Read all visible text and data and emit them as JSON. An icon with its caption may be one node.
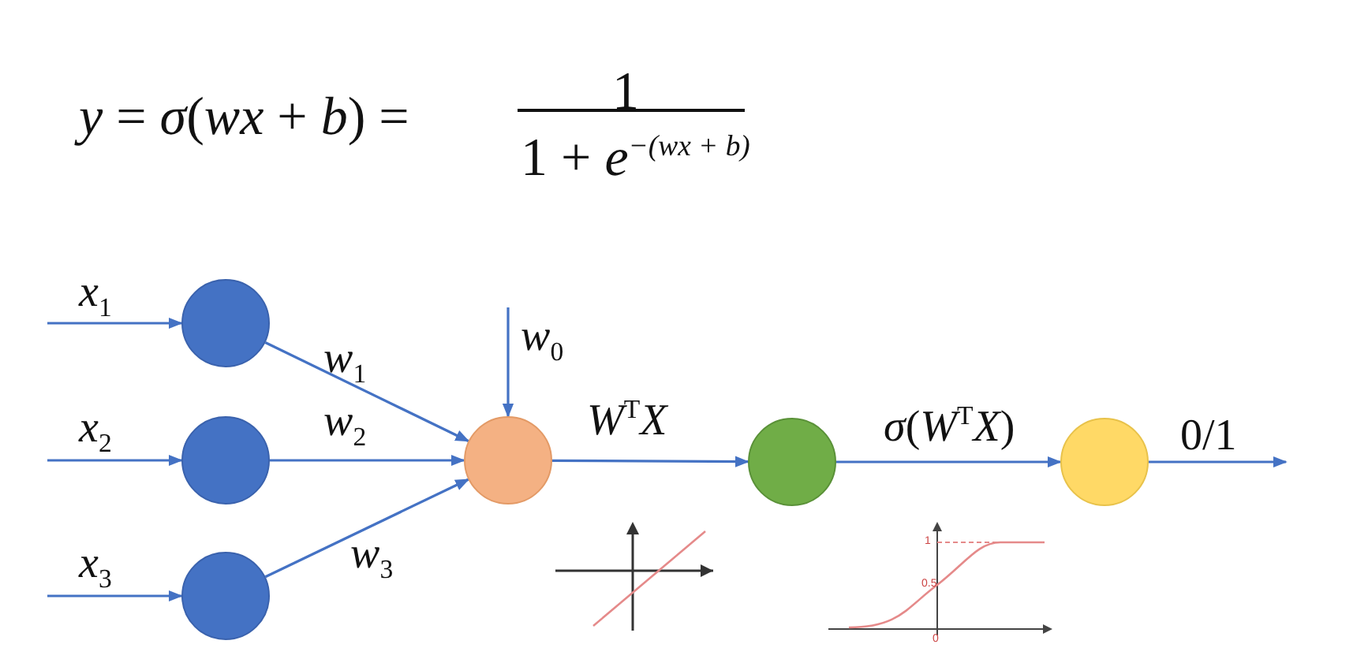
{
  "diagram": {
    "nodes": [
      {
        "text": [],
        "shape": "circle"
      },
      {
        "text": [],
        "shape": "circle"
      },
      {
        "text": [],
        "shape": "circle"
      },
      {
        "text": [],
        "shape": "circle"
      },
      {
        "text": [],
        "shape": "circle"
      },
      {
        "text": [],
        "shape": "circle"
      }
    ],
    "edges": [
      {
        "from": null,
        "to": 0,
        "arrow": "to",
        "label": "*x*$_{1}$"
      },
      {
        "from": null,
        "to": 1,
        "arrow": "to",
        "label": "*x*$_{2}$"
      },
      {
        "from": null,
        "to": 2,
        "arrow": "to",
        "label": "*x*$_{3}$"
      },
      {
        "from": 0,
        "to": 3,
        "arrow": "to",
        "label": "*w*$_{1}$"
      },
      {
        "from": 1,
        "to": 3,
        "arrow": "to",
        "label": "*w*$_{2}$"
      },
      {
        "from": 2,
        "to": 3,
        "arrow": "to",
        "label": "*w*$_{3}$"
      },
      {
        "from": null,
        "to": 3,
        "arrow": "to",
        "label": "*w*$_{0}$"
      },
      {
        "from": 3,
        "to": 4,
        "arrow": "to",
        "label": "*W*$^{T}$*X*"
      },
      {
        "from": 4,
        "to": 5,
        "arrow": "to",
        "label": "*σ*(*W*$^{T}$*X*)"
      },
      {
        "from": 5,
        "to": null,
        "arrow": "to",
        "label": "0/1"
      }
    ],
    "labels": [
      "*y* = *σ*(*wx* + *b*) =",
      "1",
      "1 + *e*$^{−(wx + b)}$",
      "1",
      "0.5",
      "0"
    ]
  }
}
